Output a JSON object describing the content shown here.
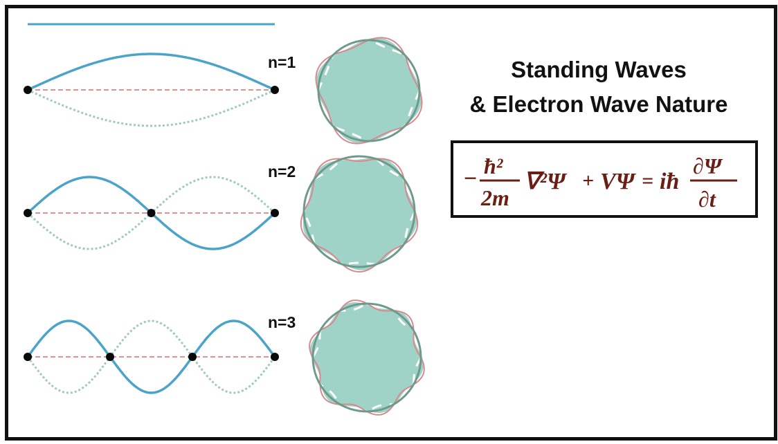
{
  "title": {
    "line1": "Standing Waves",
    "line2": "& Electron Wave Nature"
  },
  "modes": [
    {
      "label": "n=1",
      "n": 1
    },
    {
      "label": "n=2",
      "n": 2
    },
    {
      "label": "n=3",
      "n": 3
    }
  ],
  "equation": {
    "minus": "−",
    "hbar_sq": "ħ²",
    "two_m": "2m",
    "laplacian_psi": "∇²Ψ",
    "plus": "+",
    "v_psi": "VΨ",
    "equals": "=",
    "i_hbar": "iħ",
    "d_psi": "∂Ψ",
    "d_t": "∂t"
  },
  "colors": {
    "wave_solid": "#4aa3c8",
    "wave_dotted": "#9fc9c4",
    "axis_dashed": "#e3908f",
    "node": "#0a0a0a",
    "orbit_fill": "#9fd3c7",
    "orbit_ring": "#6e9a8c",
    "orbit_wave": "#d9898c",
    "equation_text": "#6b1f14"
  }
}
